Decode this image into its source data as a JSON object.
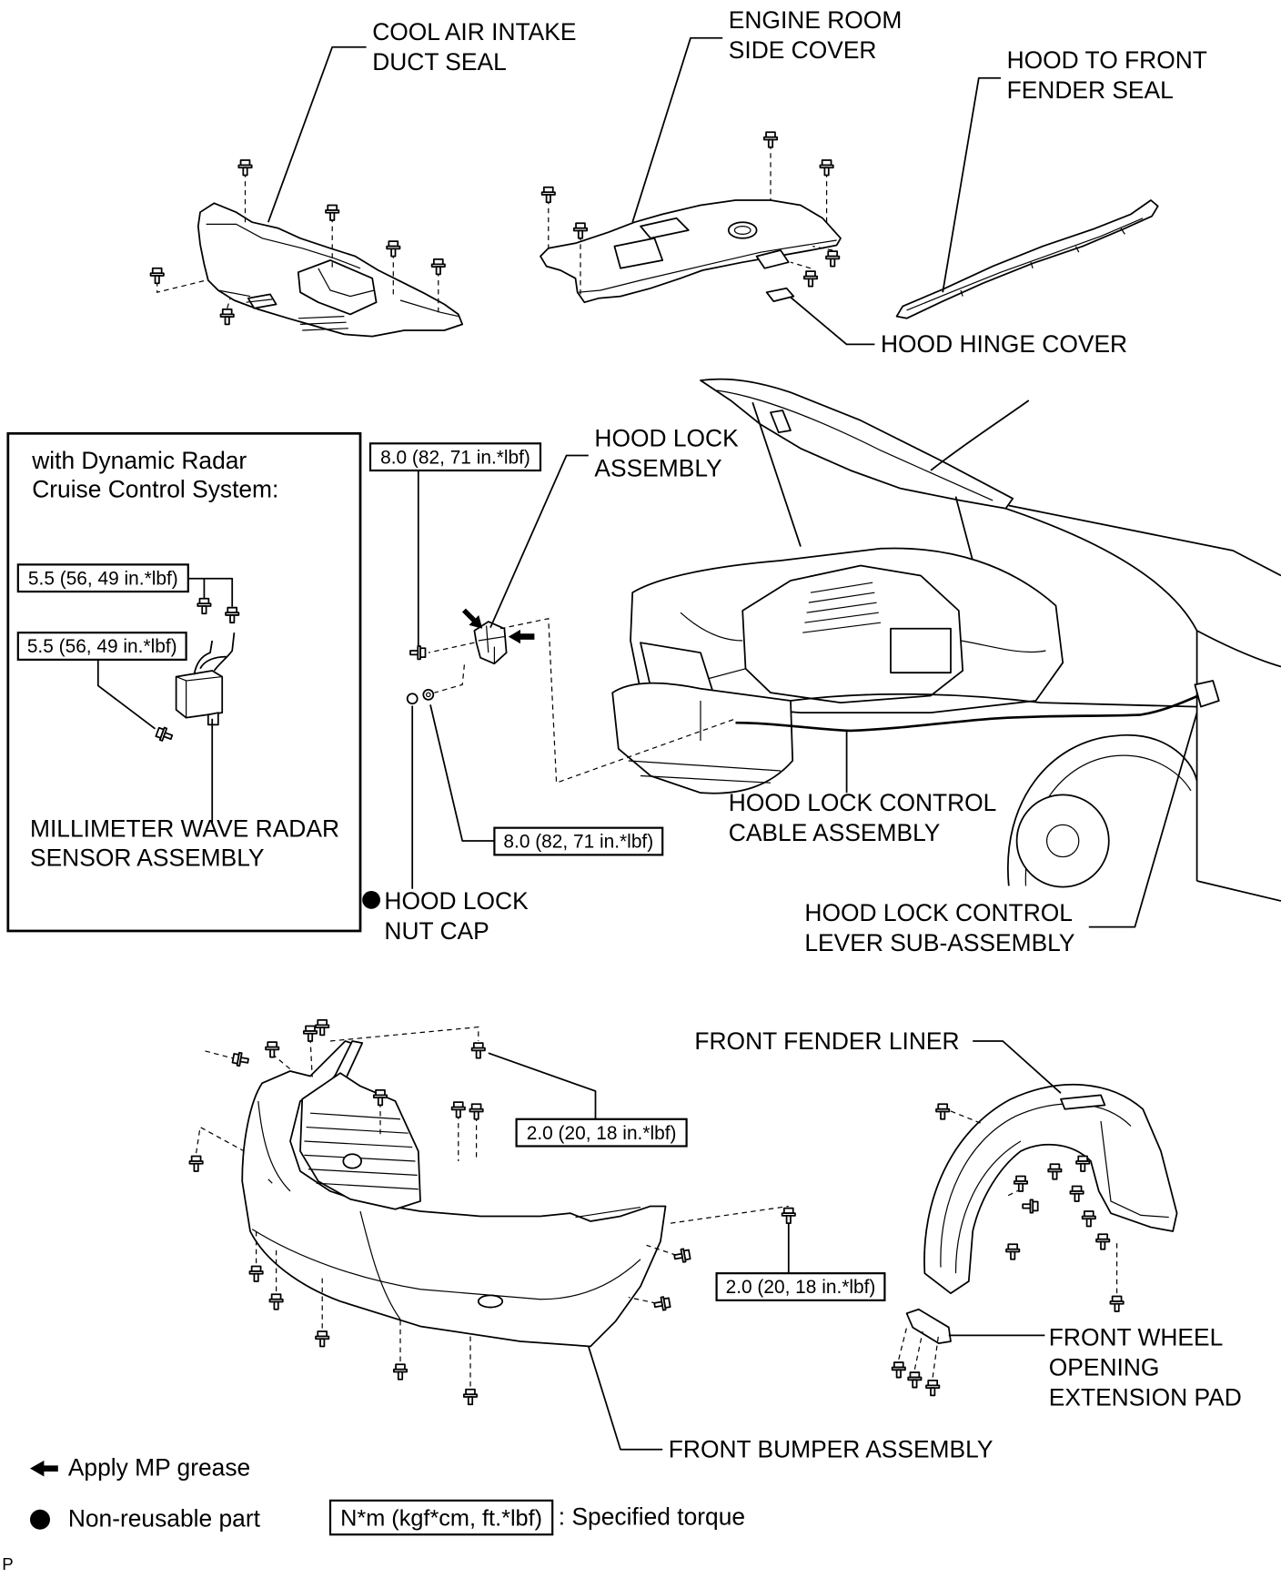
{
  "labels": {
    "cool_air_intake_duct_seal": [
      "COOL AIR INTAKE",
      "DUCT SEAL"
    ],
    "engine_room_side_cover": [
      "ENGINE ROOM",
      "SIDE COVER"
    ],
    "hood_to_front_fender_seal": [
      "HOOD TO FRONT",
      "FENDER SEAL"
    ],
    "hood_hinge_cover": "HOOD HINGE COVER",
    "hood_lock_assembly": [
      "HOOD LOCK",
      "ASSEMBLY"
    ],
    "millimeter_wave_radar_sensor_assembly": [
      "MILLIMETER WAVE RADAR",
      "SENSOR ASSEMBLY"
    ],
    "hood_lock_control_cable_assembly": [
      "HOOD LOCK CONTROL",
      "CABLE ASSEMBLY"
    ],
    "hood_lock_nut_cap": [
      "HOOD LOCK",
      "NUT CAP"
    ],
    "hood_lock_control_lever_sub_assembly": [
      "HOOD LOCK CONTROL",
      "LEVER SUB-ASSEMBLY"
    ],
    "front_fender_liner": "FRONT FENDER LINER",
    "front_wheel_opening_extension_pad": [
      "FRONT WHEEL",
      "OPENING",
      "EXTENSION PAD"
    ],
    "front_bumper_assembly": "FRONT BUMPER ASSEMBLY"
  },
  "inset": {
    "title": [
      "with Dynamic Radar",
      "Cruise Control System:"
    ],
    "torque_upper": "5.5 (56, 49 in.*lbf)",
    "torque_lower": "5.5 (56, 49 in.*lbf)"
  },
  "torque": {
    "hood_lock_upper": "8.0 (82, 71 in.*lbf)",
    "hood_lock_lower": "8.0 (82, 71 in.*lbf)",
    "bumper_upper": "2.0 (20, 18 in.*lbf)",
    "bumper_lower": "2.0 (20, 18 in.*lbf)"
  },
  "legend": {
    "grease": "Apply MP grease",
    "non_reusable": "Non-reusable part",
    "torque_units": "N*m (kgf*cm, ft.*lbf)",
    "torque_meaning": ": Specified torque"
  },
  "page_code": "P"
}
